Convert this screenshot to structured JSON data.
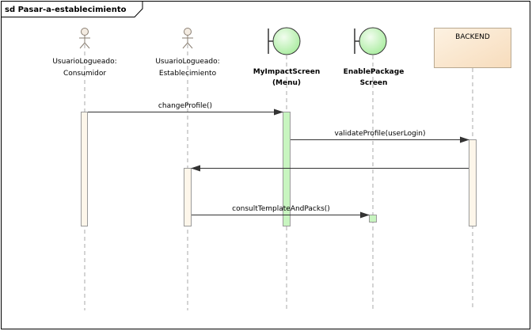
{
  "frame": {
    "title": "sd Pasar-a-establecimiento"
  },
  "lifelines": [
    {
      "id": "consumidor",
      "kind": "actor",
      "label": [
        "UsuarioLogueado:",
        "Consumidor"
      ],
      "bold": false
    },
    {
      "id": "establecimiento",
      "kind": "actor",
      "label": [
        "UsuarioLogueado:",
        "Establecimiento"
      ],
      "bold": false
    },
    {
      "id": "myimpact",
      "kind": "boundary",
      "label": [
        "MyImpactScreen",
        "(Menu)"
      ],
      "bold": true
    },
    {
      "id": "enablepackage",
      "kind": "boundary",
      "label": [
        "EnablePackage",
        "Screen"
      ],
      "bold": true
    },
    {
      "id": "backend",
      "kind": "component",
      "label": [
        "BACKEND"
      ],
      "bold": false
    }
  ],
  "messages": [
    {
      "from": "consumidor",
      "to": "myimpact",
      "label": "changeProfile()"
    },
    {
      "from": "myimpact",
      "to": "backend",
      "label": "validateProfile(userLogin)"
    },
    {
      "from": "backend",
      "to": "establecimiento",
      "label": ""
    },
    {
      "from": "establecimiento",
      "to": "enablepackage",
      "label": "consultTemplateAndPacks()"
    }
  ],
  "colors": {
    "frame_border": "#000000",
    "lifeline_dash": "#a9a9a9",
    "activation_fill": "#fdf6ea",
    "activation_stroke": "#9a9a9a",
    "boundary_activation_fill": "#c8f5c0",
    "boundary_fill": "#d4f7ca",
    "actor_fill": "#f4ece2",
    "backend_fill": "#fae6cd",
    "arrow": "#333333"
  }
}
